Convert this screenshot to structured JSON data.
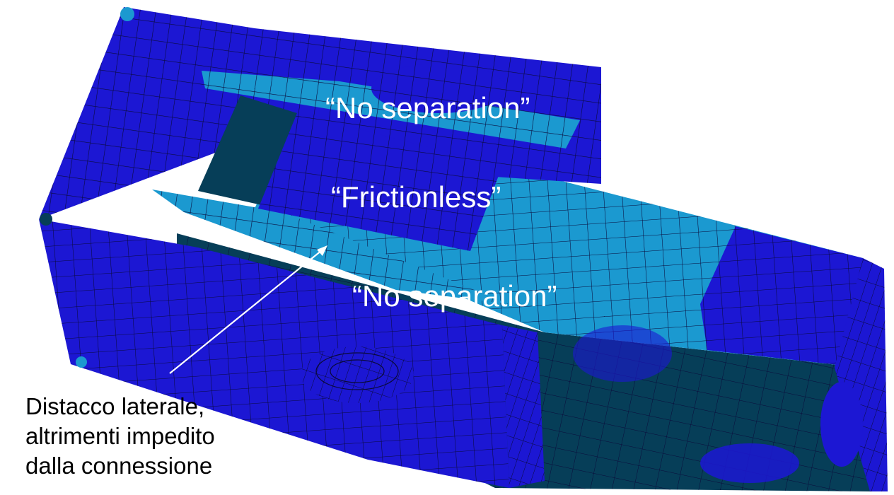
{
  "labels": {
    "top_contact": "“No separation”",
    "middle_contact": "“Frictionless”",
    "bottom_contact": "“No separation”"
  },
  "annotation": {
    "lines": [
      "Distacco laterale,",
      "altrimenti impedito",
      "dalla connessione"
    ]
  },
  "colors": {
    "mesh_dark_blue": "#1c17d3",
    "mesh_light_blue": "#1b99d0",
    "mesh_teal": "#063e58",
    "mesh_line": "#0a0a3a",
    "label_text": "#ffffff",
    "annotation_text": "#000000"
  }
}
